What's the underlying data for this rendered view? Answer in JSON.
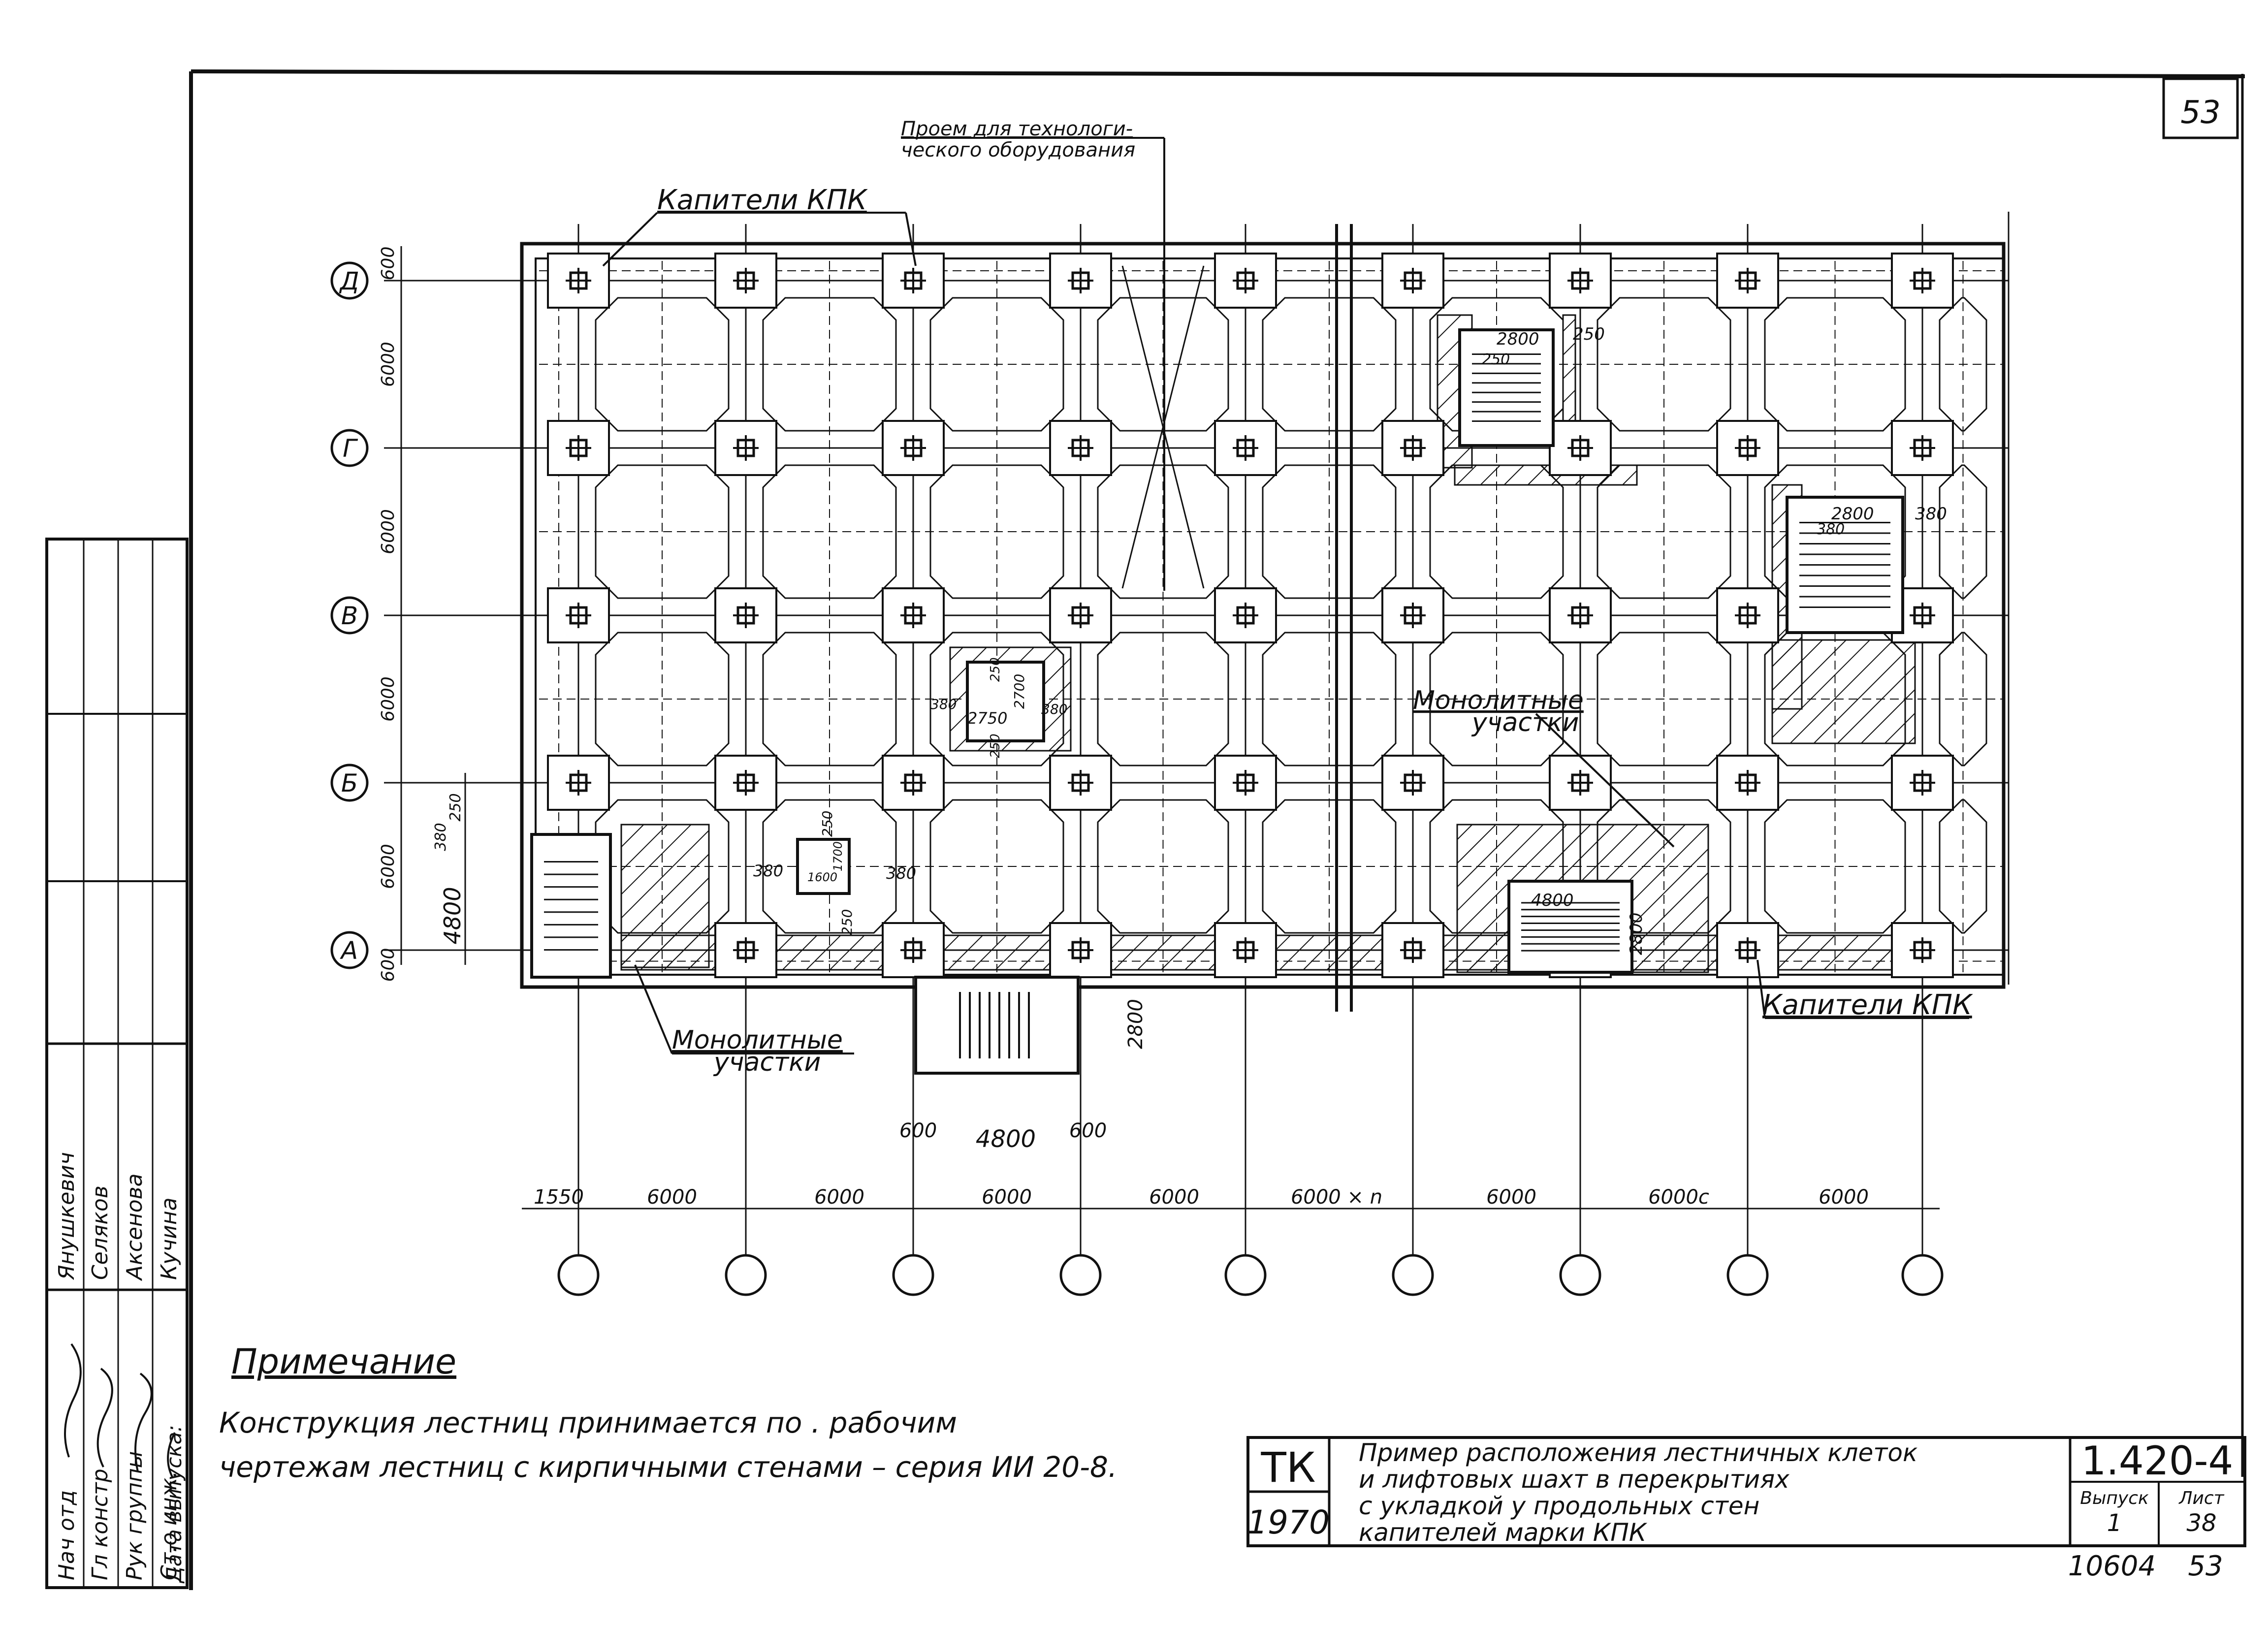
{
  "sheet": {
    "page_number": "53",
    "archive_number": "10604",
    "archive_page": "53"
  },
  "axes": {
    "rows": [
      "Д",
      "Г",
      "В",
      "Б",
      "А"
    ],
    "row_dims": {
      "top_offset": "600",
      "spans": [
        "6000",
        "6000",
        "6000",
        "6000"
      ],
      "bottom_offset": "600",
      "small_offsets": [
        "380",
        "250"
      ],
      "stair_depth": "4800"
    },
    "col_dims": [
      "1550",
      "6000",
      "6000",
      "6000",
      "6000",
      "6000 × n",
      "6000",
      "6000c",
      "6000"
    ],
    "column_circles": 9
  },
  "labels": {
    "opening_for_equipment_line1": "Проем для технологи-",
    "opening_for_equipment_line2": "ческого оборудования",
    "capitals_top": "Капители КПК",
    "capitals_right": "Капители КПК",
    "monolithic_bottom_line1": "Монолитные",
    "monolithic_bottom_line2": "участки",
    "monolithic_mid_line1": "Монолитные",
    "monolithic_mid_line2": "участки"
  },
  "openings": {
    "stair_shaft_top": {
      "w": "2800",
      "inner": "250",
      "side": "250"
    },
    "stair_shaft_right": {
      "w": "2800",
      "inner": "380",
      "side": "380"
    },
    "lift_mid": {
      "w": "2750",
      "h": "2700",
      "left": "380",
      "right": "380",
      "top": "250",
      "bottom": "250"
    },
    "lift_small": {
      "w": "1600",
      "h": "1700",
      "left": "380",
      "right": "380",
      "top": "250",
      "bottom": "250"
    },
    "stair_bottom": {
      "w": "4800",
      "h": "2800"
    }
  },
  "stair_outside": {
    "width": "4800",
    "offset_left": "600",
    "offset_right": "600",
    "depth": "2800"
  },
  "left_stamp": {
    "roles": [
      "Нач отд",
      "Гл констр",
      "Рук группы",
      "Ст.о инж."
    ],
    "names": [
      "Янушкевич",
      "Селяков",
      "Аксенова",
      "Кучина"
    ],
    "release_date_label": "Дата выпуска:"
  },
  "note": {
    "title": "Примечание",
    "line1": "Конструкция лестниц принимается по . рабочим",
    "line2": "чертежам лестниц с кирпичными стенами – серия ИИ 20-8."
  },
  "title_block": {
    "org": "ТК",
    "year": "1970",
    "title_line1": "Пример расположения лестничных клеток",
    "title_line2": "и лифтовых шахт в перекрытиях",
    "title_line3": "с укладкой у продольных стен",
    "title_line4": "капителей марки КПК",
    "series": "1.420-4",
    "issue_label": "Выпуск",
    "issue": "1",
    "sheet_label": "Лист",
    "sheet": "38"
  },
  "colors": {
    "ink": "#111111",
    "paper": "#ffffff"
  }
}
